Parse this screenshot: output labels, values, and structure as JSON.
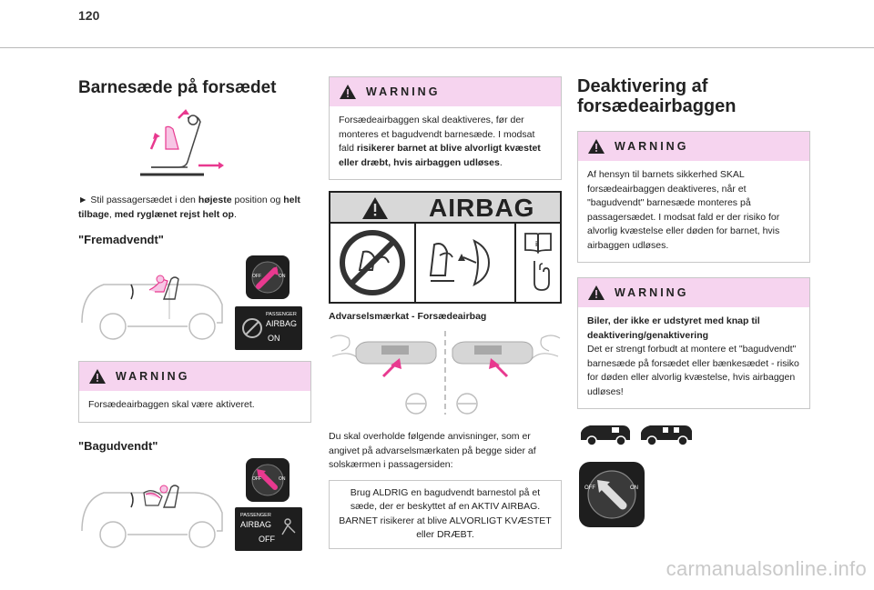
{
  "page": {
    "number": "120"
  },
  "col1": {
    "title": "Barnesæde på forsædet",
    "bullet": "►",
    "instr_1": "Stil passagersædet i den ",
    "instr_2": "højeste",
    "instr_3": " position og ",
    "instr_4": "helt tilbage",
    "instr_5": ", ",
    "instr_6": "med ryglænet rejst helt op",
    "instr_7": ".",
    "forward_heading": "\"Fremadvendt\"",
    "warning_title": "WARNING",
    "warning_text": "Forsædeairbaggen skal være aktiveret.",
    "rear_heading": "\"Bagudvendt\"",
    "label_on": "ON",
    "label_off": "OFF",
    "label_passenger": "PASSENGER",
    "label_airbag": "AIRBAG"
  },
  "col2": {
    "warning_title": "WARNING",
    "warning_1": "Forsædeairbaggen skal deaktiveres, før der monteres et bagudvendt barnesæde. I modsat fald ",
    "warning_2": "risikerer barnet at blive alvorligt kvæstet eller dræbt, hvis airbaggen udløses",
    "warning_3": ".",
    "label_airbag_big": "AIRBAG",
    "caption": "Advarselsmærkat - Forsædeairbag",
    "instructions": "Du skal overholde følgende anvisninger, som er angivet på advarselsmærkaten på begge sider af solskærmen i passagersiden:",
    "note": "Brug ALDRIG en bagudvendt barnestol på et sæde, der er beskyttet af en AKTIV AIRBAG. BARNET risikerer at blive ALVORLIGT KVÆSTET eller DRÆBT."
  },
  "col3": {
    "title_line1": "Deaktivering af",
    "title_line2": "forsædeairbaggen",
    "warning1_title": "WARNING",
    "warning1_text": "Af hensyn til barnets sikkerhed SKAL forsædeairbaggen deaktiveres, når et \"bagudvendt\" barnesæde monteres på passagersædet. I modsat fald er der risiko for alvorlig kvæstelse eller døden for barnet, hvis airbaggen udløses.",
    "warning2_title": "WARNING",
    "warning2_bold": "Biler, der ikke er udstyret med knap til deaktivering/genaktivering",
    "warning2_text": "Det er strengt forbudt at montere et \"bagudvendt\" barnesæde på forsædet eller bænkesædet - risiko for døden eller alvorlig kvæstelse, hvis airbaggen udløses!",
    "label_off": "OFF",
    "label_on": "ON"
  },
  "watermark": "carmanualsonline.info",
  "colors": {
    "accent": "#e8398f",
    "warn_bg": "#f6d4ef",
    "dark": "#1e1e1e"
  },
  "icons": [
    "warning-triangle-icon",
    "airbag-key-switch-icon",
    "no-rear-seat-icon",
    "manual-book-icon",
    "car-silhouette-icon"
  ]
}
